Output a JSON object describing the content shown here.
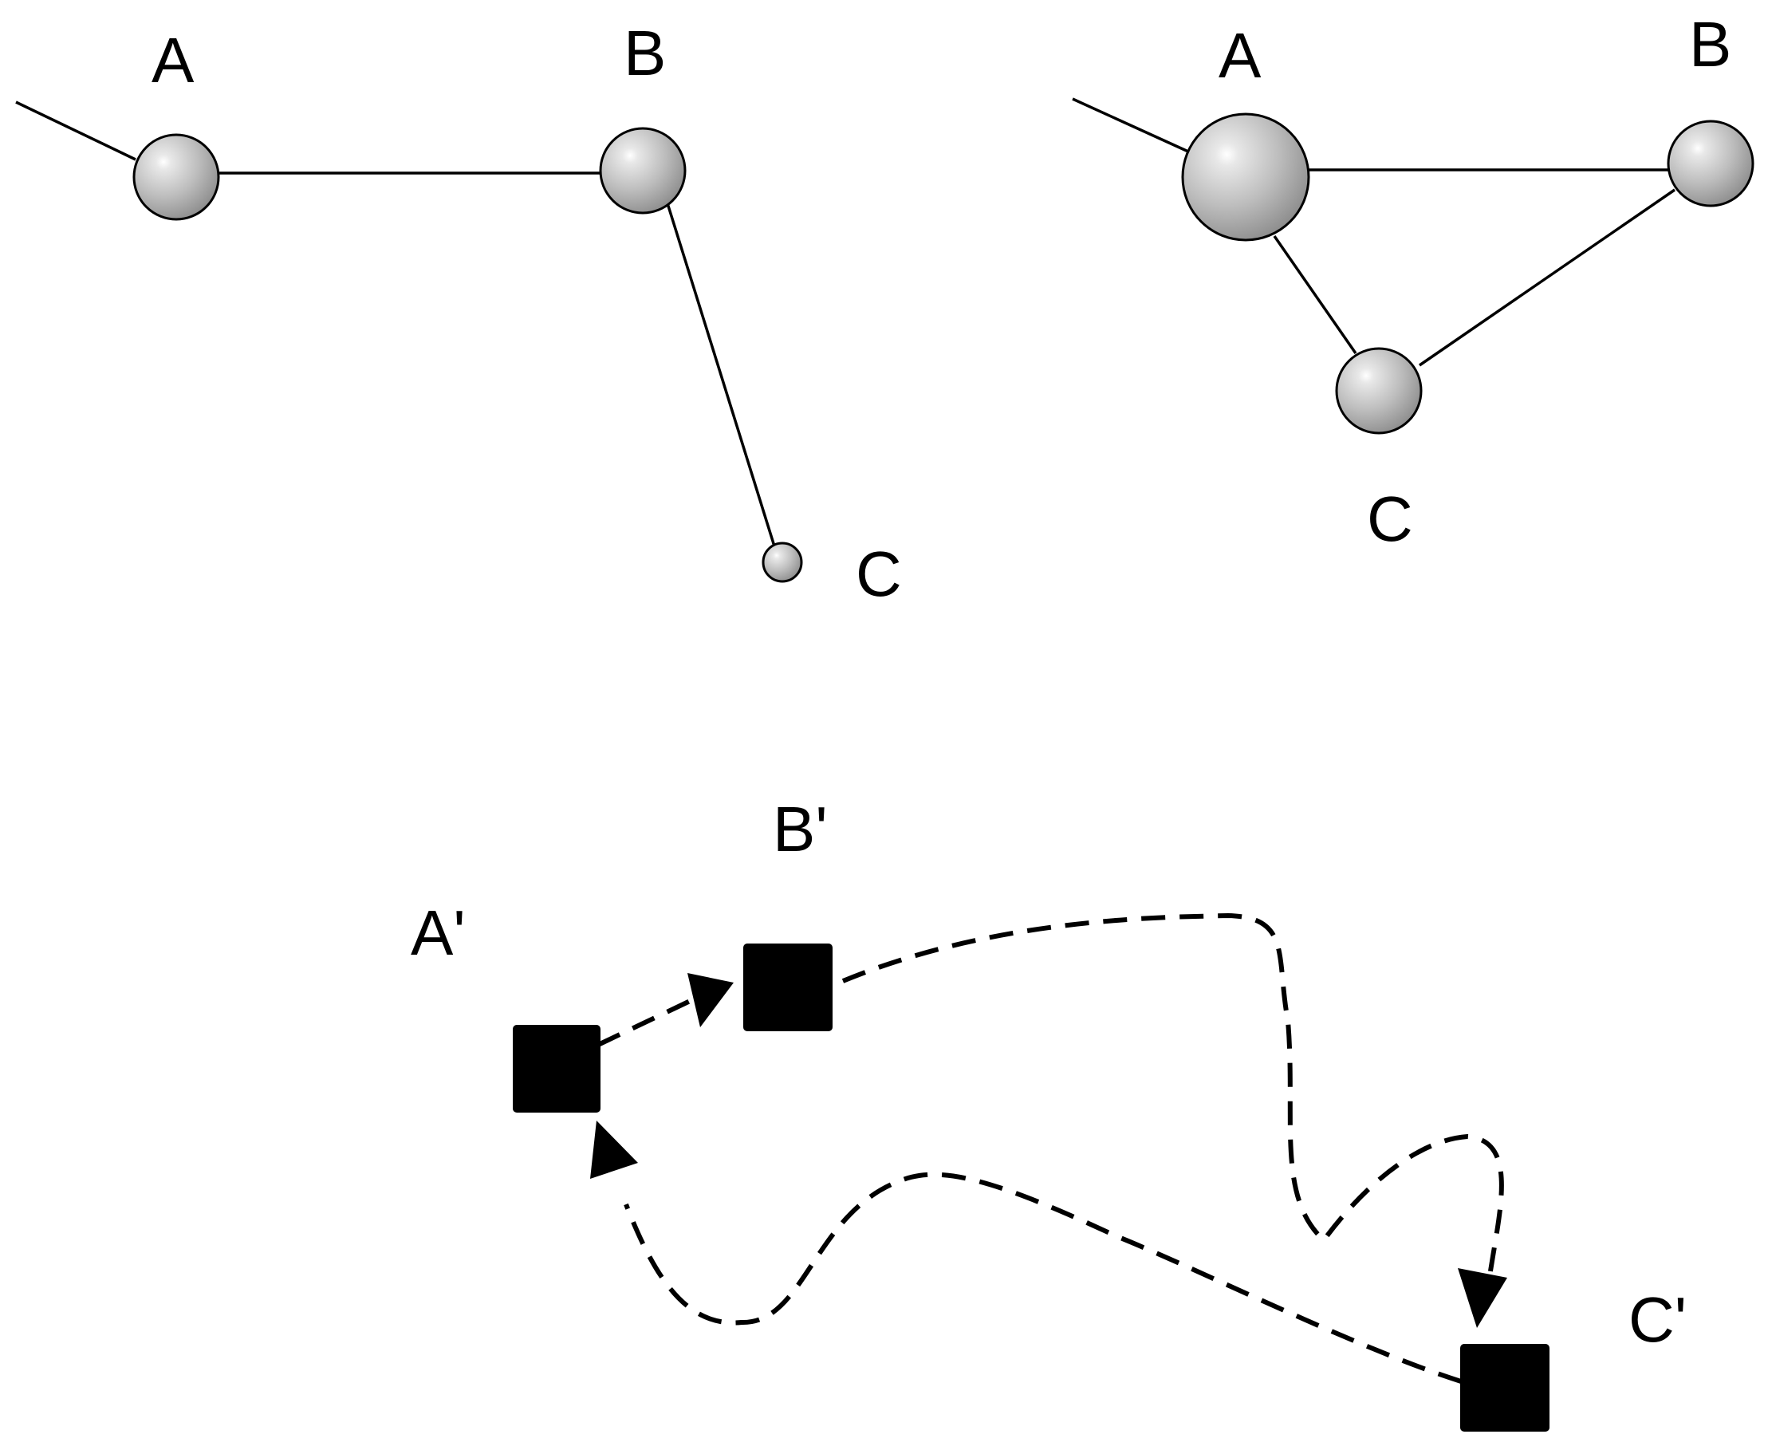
{
  "diagram": {
    "top_left": {
      "labels": {
        "a": "A",
        "b": "B",
        "c": "C"
      }
    },
    "top_right": {
      "labels": {
        "a": "A",
        "b": "B",
        "c": "C"
      }
    },
    "bottom": {
      "labels": {
        "a": "A'",
        "b": "B'",
        "c": "C'"
      }
    },
    "colors": {
      "sphere_fill": "#b8b8b8",
      "lines": "#000000",
      "squares": "#000000"
    }
  }
}
